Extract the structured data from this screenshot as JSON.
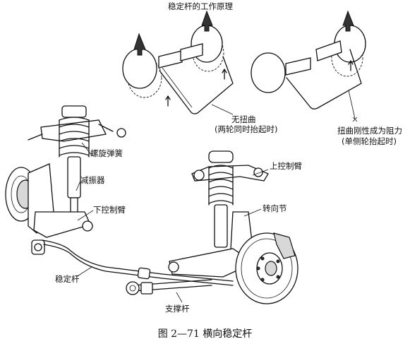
{
  "labels": {
    "principle_title": "稳定杆的工作原理",
    "no_twist_line1": "无扭曲",
    "no_twist_line2": "(两轮同时抬起时)",
    "twist_line1": "扭曲刚性成为阻力",
    "twist_line2": "(单侧轮抬起时)",
    "coil_spring": "螺旋弹簧",
    "shock_absorber": "减振器",
    "lower_arm": "下控制臂",
    "stabilizer_bar": "稳定杆",
    "upper_arm": "上控制臂",
    "knuckle": "转向节",
    "strut_rod": "支撑杆"
  },
  "caption": "图 2—71 横向稳定杆"
}
